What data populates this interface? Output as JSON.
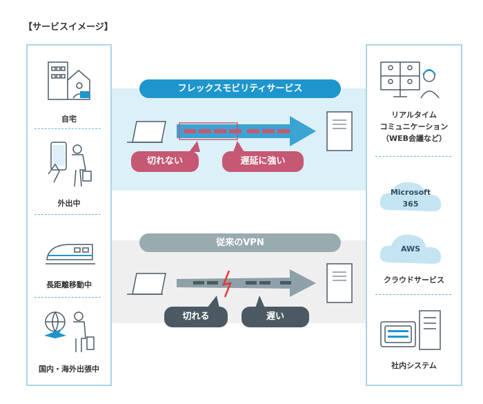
{
  "title": "【サービスイメージ】",
  "left_panel": {
    "items": [
      {
        "label": "自宅"
      },
      {
        "label": "外出中"
      },
      {
        "label": "長距離移動中"
      },
      {
        "label": "国内・海外出張中"
      }
    ]
  },
  "right_panel": {
    "items": [
      {
        "lines": [
          "リアルタイム",
          "コミュニケーション",
          "（WEB会議など）"
        ]
      },
      {
        "cloud1": [
          "Microsoft",
          "365"
        ],
        "cloud2": "AWS",
        "label": "クラウドサービス"
      },
      {
        "label": "社内システム"
      }
    ]
  },
  "flex": {
    "title": "フレックスモビリティサービス",
    "bubble1": "切れない",
    "bubble2": "遅延に強い"
  },
  "vpn": {
    "title": "従来のVPN",
    "bubble1": "切れる",
    "bubble2": "遅い"
  },
  "colors": {
    "accent_blue": "#1e96cd",
    "light_blue": "#dcf0f8",
    "red": "#c55872",
    "dark_gray": "#4b5a62",
    "panel_border": "#a9d4e8"
  }
}
